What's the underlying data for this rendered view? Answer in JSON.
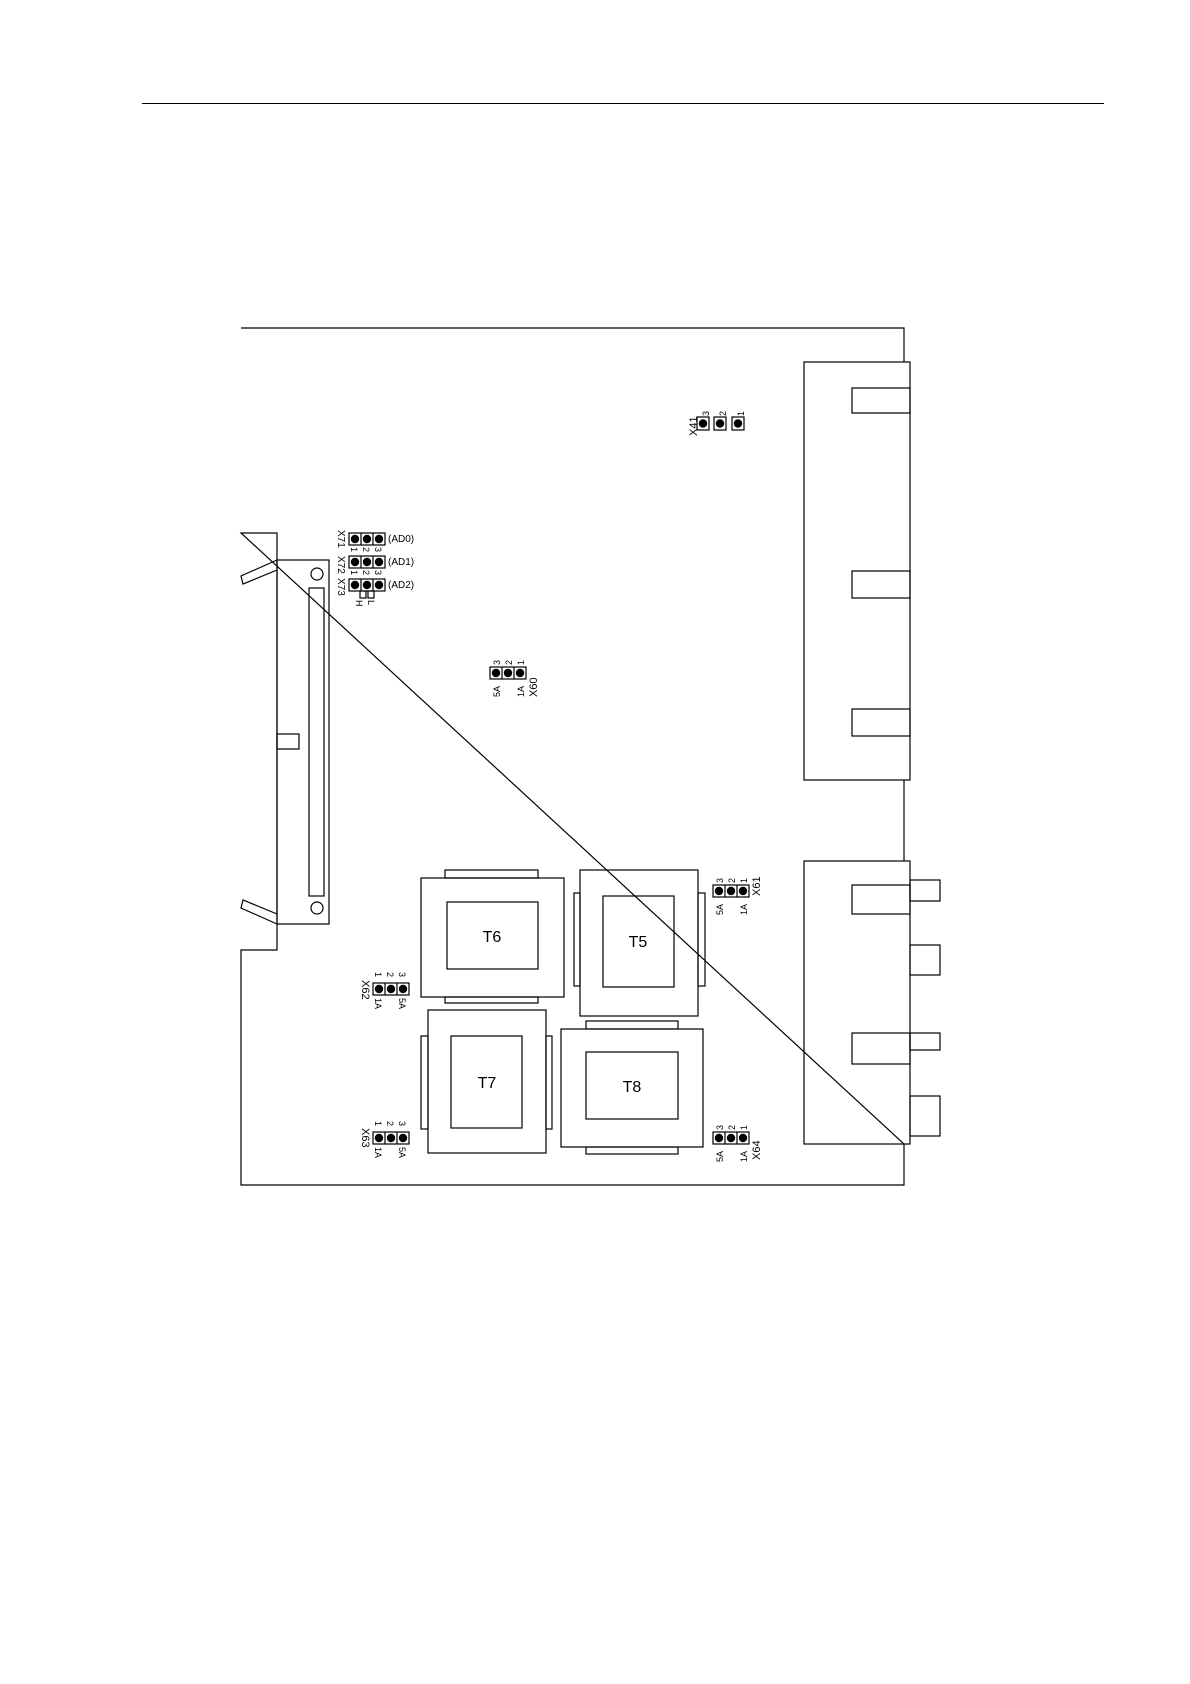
{
  "jumper_labels": {
    "x41": "X41",
    "x41_pins": [
      "3",
      "2",
      "1"
    ],
    "x71": "X71",
    "x72": "X72",
    "x73": "X73",
    "x7_pins": [
      "1",
      "2",
      "3"
    ],
    "ad0": "(AD0)",
    "ad1": "(AD1)",
    "ad2": "(AD2)",
    "h_label": "H",
    "l_label": "L",
    "x60": "X60",
    "x61": "X61",
    "x62": "X62",
    "x63": "X63",
    "x64": "X64",
    "pins_321": [
      "3",
      "2",
      "1"
    ],
    "pins_123": [
      "1",
      "2",
      "3"
    ],
    "label_1a": "1A",
    "label_5a": "5A"
  },
  "transformers": {
    "t5": "T5",
    "t6": "T6",
    "t7": "T7",
    "t8": "T8"
  }
}
